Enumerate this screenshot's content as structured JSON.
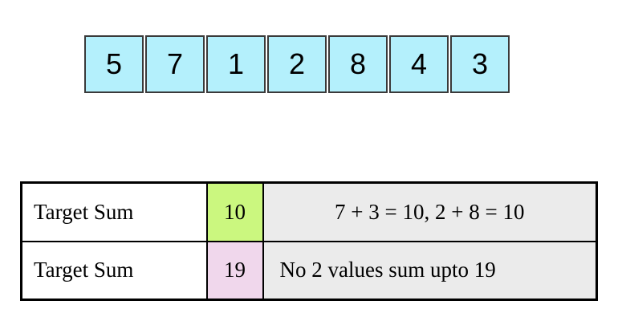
{
  "array": {
    "name": "input-array",
    "values": [
      "5",
      "7",
      "1",
      "2",
      "8",
      "4",
      "3"
    ],
    "cell_color": "#b4f0fc",
    "border_color": "#3a3a3a"
  },
  "table": {
    "name": "target-sum-results",
    "rows": [
      {
        "label": "Target Sum",
        "value": "10",
        "value_color": "#cbf77f",
        "note": "7 + 3 = 10, 2 + 8 = 10"
      },
      {
        "label": "Target Sum",
        "value": "19",
        "value_color": "#f0d7ec",
        "note": "No 2 values sum upto 19"
      }
    ],
    "note_color": "#ebebeb"
  }
}
